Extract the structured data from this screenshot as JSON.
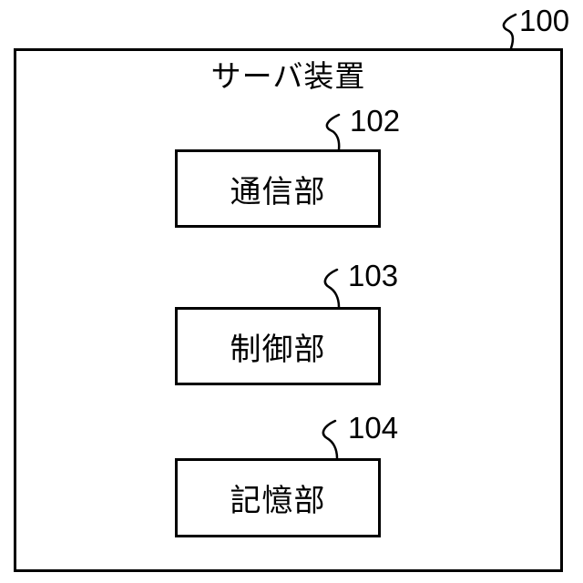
{
  "diagram": {
    "background_color": "#ffffff",
    "line_color": "#000000",
    "outer": {
      "ref": "100",
      "title": "サーバ装置"
    },
    "blocks": [
      {
        "ref": "102",
        "label": "通信部"
      },
      {
        "ref": "103",
        "label": "制御部"
      },
      {
        "ref": "104",
        "label": "記憶部"
      }
    ]
  }
}
